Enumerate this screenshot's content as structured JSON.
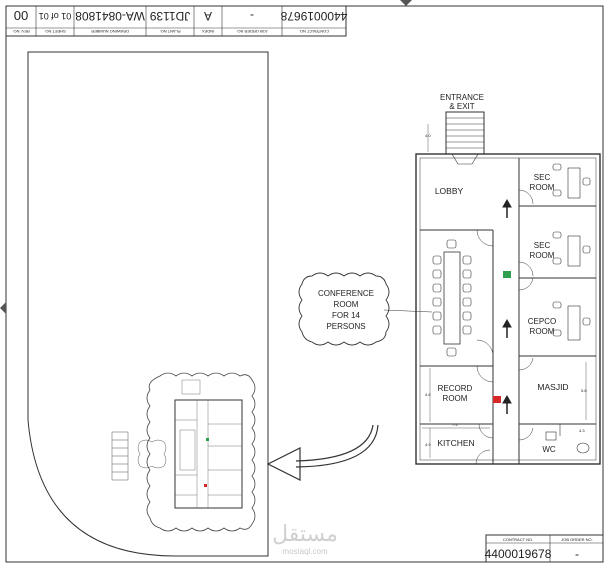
{
  "title_block": {
    "contract_no_label": "CONTRACT NO.",
    "contract_no": "4400019678",
    "job_order_label": "JOB ORDER NO.",
    "job_order": "-",
    "index_label": "INDEX",
    "index": "A",
    "plant_label": "PLANT NO.",
    "plant": "JD1139",
    "drawing_label": "DRAWING NUMBER",
    "drawing": "WA-0841808",
    "sheet_label": "SHEET NO.",
    "sheet": "01 of 01",
    "rev_label": "REV. NO.",
    "rev": "00"
  },
  "bottom_block": {
    "contract_no_label": "CONTRACT NO.",
    "contract_no": "4400019678",
    "job_order_label": "JOB ORDER NO.",
    "job_order": "-"
  },
  "plan": {
    "entrance": "ENTRANCE",
    "exit": "& EXIT",
    "lobby": "LOBBY",
    "sec_room_1a": "SEC",
    "sec_room_1b": "ROOM",
    "sec_room_2a": "SEC",
    "sec_room_2b": "ROOM",
    "cepco_a": "CEPCO",
    "cepco_b": "ROOM",
    "record_a": "RECORD",
    "record_b": "ROOM",
    "masjid": "MASJID",
    "kitchen": "KITCHEN",
    "wc": "WC",
    "dim_a": "4.0",
    "dim_b": "7.4",
    "dim_c": "4.6",
    "dim_d": "5.8",
    "dim_e": "4.3",
    "dim_f": "4.9"
  },
  "callout": {
    "line1": "CONFERENCE",
    "line2": "ROOM",
    "line3": "FOR 14",
    "line4": "PERSONS"
  },
  "watermark": {
    "arabic": "مستقل",
    "latin": "mostaql.com"
  },
  "colors": {
    "line": "#333333",
    "exit_green": "#2e9e4f",
    "alarm_red": "#d62828"
  }
}
